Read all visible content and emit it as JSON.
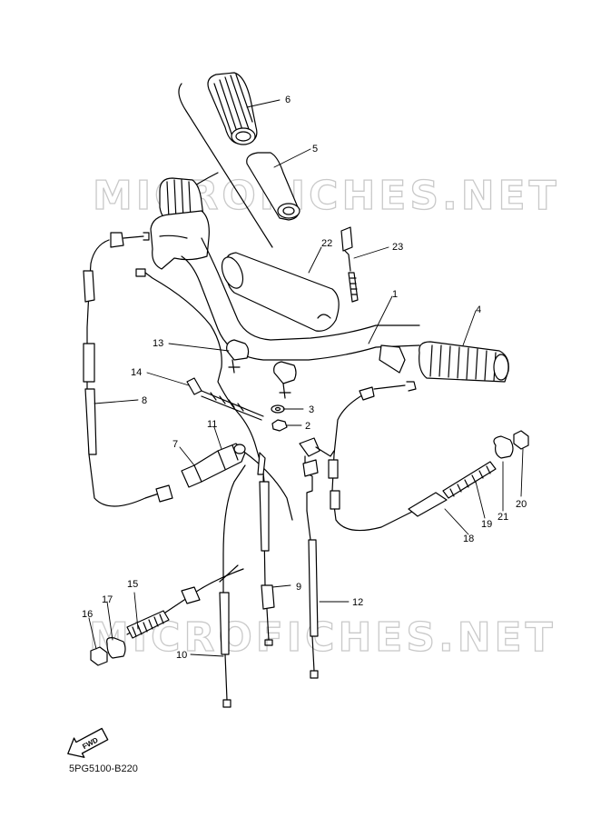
{
  "watermark": "MICROFICHES.NET",
  "diagram_code": "5PG5100-B220",
  "fwd_arrow_label": "FWD",
  "callouts": [
    "1",
    "2",
    "3",
    "4",
    "5",
    "6",
    "7",
    "8",
    "9",
    "10",
    "11",
    "12",
    "13",
    "14",
    "15",
    "16",
    "17",
    "18",
    "19",
    "20",
    "21",
    "22",
    "23"
  ]
}
